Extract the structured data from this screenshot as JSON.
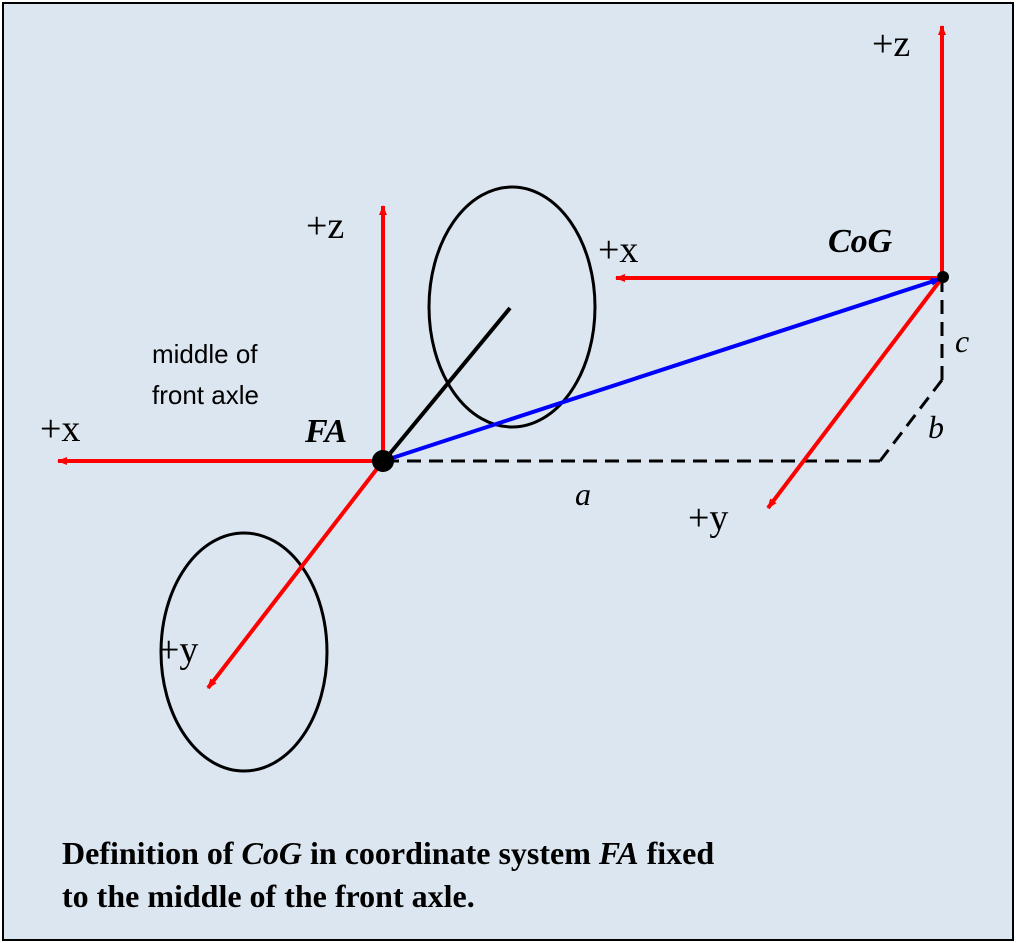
{
  "colors": {
    "background": "#dce6f0",
    "frame": "#000000",
    "axis": "#ff0000",
    "vector": "#0000ff",
    "geometry": "#000000"
  },
  "labels": {
    "fa_x": "+x",
    "fa_y": "+y",
    "fa_z": "+z",
    "cog_x": "+x",
    "cog_y": "+y",
    "cog_z": "+z",
    "fa_point": "FA",
    "cog_point": "CoG",
    "middle_line1": "middle of",
    "middle_line2": "front axle",
    "dim_a": "a",
    "dim_b": "b",
    "dim_c": "c"
  },
  "caption": {
    "part1": "Definition of ",
    "part2": "CoG",
    "part3": " in coordinate system ",
    "part4": "FA",
    "part5": " fixed",
    "line2": "to the middle of the front axle."
  }
}
